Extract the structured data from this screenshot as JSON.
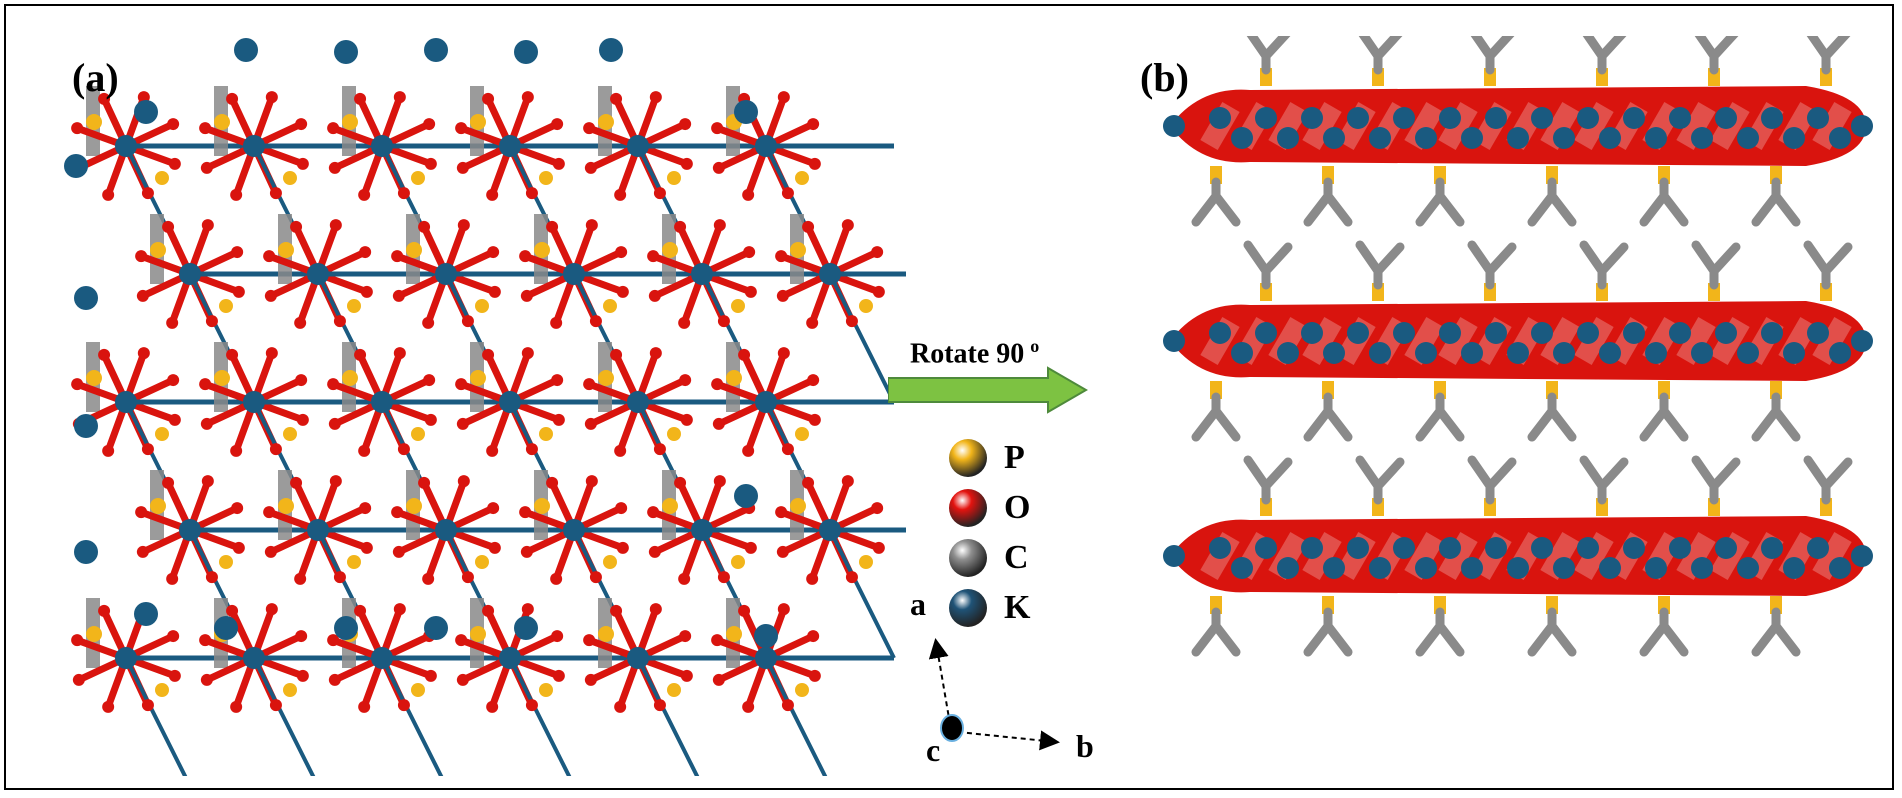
{
  "figure": {
    "panel_a_label": "(a)",
    "panel_b_label": "(b)",
    "rotate_label": "Rotate 90",
    "rotate_degree": "o",
    "legend": [
      {
        "symbol": "P",
        "color": "#F2B51A"
      },
      {
        "symbol": "O",
        "color": "#E3130F"
      },
      {
        "symbol": "C",
        "color": "#8E8E8E"
      },
      {
        "symbol": "K",
        "color": "#1F5377"
      }
    ],
    "axes": {
      "a": "a",
      "b": "b",
      "c": "c"
    },
    "colors": {
      "potassium": "#1A5A80",
      "oxygen": "#D9140E",
      "phosphorus": "#F2B51A",
      "carbon": "#8A8A8A",
      "arrow_fill": "#7DC242",
      "arrow_stroke": "#4E8A3B"
    }
  }
}
